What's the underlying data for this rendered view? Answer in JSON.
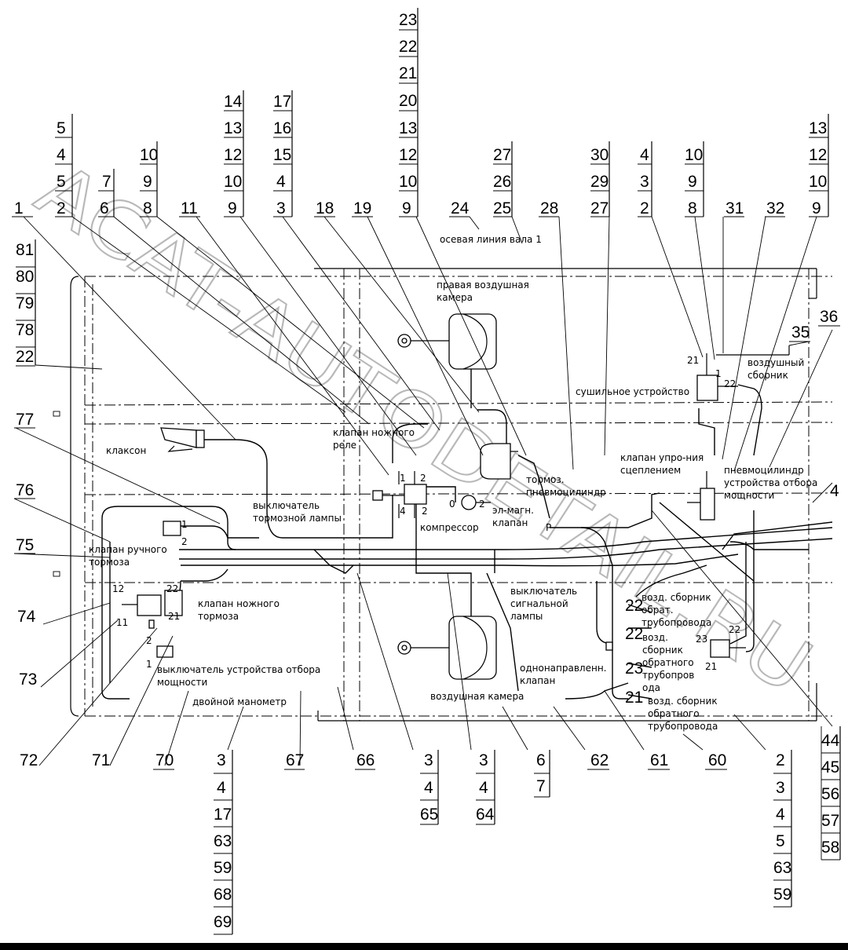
{
  "watermark": "ACAT-AUTODETAIL.RU",
  "callouts": {
    "c_81_22": [
      "81",
      "80",
      "79",
      "78",
      "22"
    ],
    "c_5_2": [
      "5",
      "4",
      "5",
      "2"
    ],
    "c_7_6": [
      "7",
      "6"
    ],
    "c_10_8": [
      "10",
      "9",
      "8"
    ],
    "c_14_9": [
      "14",
      "13",
      "12",
      "10",
      "9"
    ],
    "c_17_3": [
      "17",
      "16",
      "15",
      "4",
      "3"
    ],
    "c_23_9": [
      "23",
      "22",
      "21",
      "20",
      "13",
      "12",
      "10",
      "9"
    ],
    "c_27_25": [
      "27",
      "26",
      "25"
    ],
    "c_30_27": [
      "30",
      "29",
      "27"
    ],
    "c_4_2": [
      "4",
      "3",
      "2"
    ],
    "c_10_8b": [
      "10",
      "9",
      "8"
    ],
    "c_13_9": [
      "13",
      "12",
      "10",
      "9"
    ],
    "c_3_69": [
      "3",
      "4",
      "17",
      "63",
      "59",
      "68",
      "69"
    ],
    "c_3_65": [
      "3",
      "4",
      "65"
    ],
    "c_3_64": [
      "3",
      "4",
      "64"
    ],
    "c_6_7": [
      "6",
      "7"
    ],
    "c_2_59": [
      "2",
      "3",
      "4",
      "5",
      "63",
      "59"
    ],
    "c_44_58": [
      "44",
      "45",
      "56",
      "57",
      "58"
    ]
  },
  "single_numbers": {
    "n1": "1",
    "n11": "11",
    "n18": "18",
    "n19": "19",
    "n24": "24",
    "n28": "28",
    "n31": "31",
    "n32": "32",
    "n35": "35",
    "n36": "36",
    "n77": "77",
    "n76": "76",
    "n75": "75",
    "n74": "74",
    "n73": "73",
    "n72": "72",
    "n71": "71",
    "n70": "70",
    "n67": "67",
    "n66": "66",
    "n62": "62",
    "n61": "61",
    "n60": "60",
    "n4": "4"
  },
  "labels": {
    "axle_line": "осевая линия вала 1",
    "right_chamber_1": "правая воздушная",
    "right_chamber_2": "камера",
    "horn": "клаксон",
    "dryer": "сушильное устройство",
    "foot_relay_1": "клапан ножного",
    "foot_relay_2": "реле",
    "clutch_1": "клапан упро-ния",
    "clutch_2": "сцеплением",
    "air_tank_1": "воздушный",
    "air_tank_2": "сборник",
    "pto_cyl_1": "пневмоцилиндр",
    "pto_cyl_2": "устройства отбора",
    "pto_cyl_3": "мощности",
    "brake_cyl_1": "тормоз.",
    "brake_cyl_2": "пневмоцилиндр",
    "stop_sw_1": "выключатель",
    "stop_sw_2": "тормозной лампы",
    "emag_1": "эл-магн.",
    "emag_2": "клапан",
    "compressor": "компрессор",
    "hand_valve_1": "клапан ручного",
    "hand_valve_2": "тормоза",
    "foot_valve_1": "клапан ножного",
    "foot_valve_2": "тормоза",
    "signal_sw_1": "выключатель",
    "signal_sw_2": "сигнальной",
    "signal_sw_3": "лампы",
    "pto_sw_1": "выключатель устройства отбора",
    "pto_sw_2": "мощности",
    "gauge": "двойной манометр",
    "air_chamber": "воздушная камера",
    "check_valve_1": "однонаправленн.",
    "check_valve_2": "клапан",
    "ret_tank_a1": "возд. сборник",
    "ret_tank_a2": "обрат.",
    "ret_tank_a3": "трубопровода",
    "ret_tank_b1": "возд.",
    "ret_tank_b2": "сборник",
    "ret_tank_b3": "обратного",
    "ret_tank_b4": "трубопров",
    "ret_tank_b5": "ода",
    "ret_tank_c1": "возд. сборник",
    "ret_tank_c2": "обратного",
    "ret_tank_c3": "трубопровода"
  },
  "ports": {
    "p1": "1",
    "p2": "2",
    "p4": "4",
    "p0": "0",
    "p11": "11",
    "p12": "12",
    "p21": "21",
    "p22": "22",
    "p23": "23",
    "pP": "P"
  }
}
